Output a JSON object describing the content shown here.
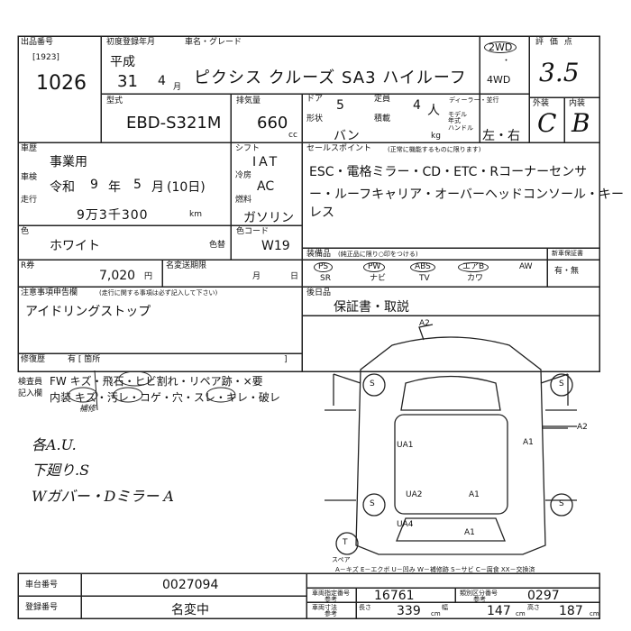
{
  "lot": {
    "label": "出品番号",
    "sub": "[1923]",
    "number": "1026"
  },
  "reg": {
    "label": "初度登録年月",
    "era": "平成",
    "year": "31",
    "month": "4",
    "month_unit": "月"
  },
  "car": {
    "label": "車名・グレード",
    "name": "ピクシス クルーズ SA3 ハイルーフ"
  },
  "drive": {
    "opt1": "2WD",
    "opt2": "4WD",
    "dot": "・"
  },
  "score": {
    "label": "評 価 点",
    "value": "3.5"
  },
  "model": {
    "label": "型式",
    "value": "EBD-S321M"
  },
  "displacement": {
    "label": "排気量",
    "value": "660",
    "unit": "cc"
  },
  "doors": {
    "label": "ドア",
    "value": "5"
  },
  "capacity": {
    "label": "定員",
    "value": "4",
    "unit": "人"
  },
  "dealer": {
    "label": "ディーラー・並行"
  },
  "model_label": {
    "label": "モデル 年式"
  },
  "shape": {
    "label": "形状",
    "value": "バン"
  },
  "load": {
    "label": "積載",
    "unit": "kg"
  },
  "handle": {
    "label": "ハンドル",
    "value": "左・右"
  },
  "exterior": {
    "label": "外装",
    "value": "C"
  },
  "interior": {
    "label": "内装",
    "value": "B"
  },
  "usage": {
    "label": "車歴",
    "value": "事業用"
  },
  "inspection": {
    "label": "車検",
    "era": "令和",
    "year": "9",
    "y_unit": "年",
    "month": "5",
    "m_unit": "月",
    "day": "(10日)"
  },
  "mileage": {
    "label": "走行",
    "value": "9万3千300",
    "unit": "km"
  },
  "shift": {
    "label": "シフト",
    "value": "IAT"
  },
  "ac": {
    "label": "冷房",
    "value": "AC"
  },
  "fuel": {
    "label": "燃料",
    "value": "ガソリン"
  },
  "sales": {
    "label": "セールスポイント",
    "note": "(正常に機能するものに限ります)",
    "line1": "ESC・電格ミラー・CD・ETC・Rコーナーセンサ",
    "line2": "ー・ルーフキャリア・オーバーヘッドコンソール・キーレス"
  },
  "color": {
    "label": "色",
    "value": "ホワイト",
    "no_label": "色替",
    "code_label": "色コード",
    "code": "W19"
  },
  "recycle": {
    "label": "R券",
    "value": "7,020",
    "unit": "円"
  },
  "name_change": {
    "label": "名変送期限",
    "m": "月",
    "d": "日"
  },
  "equipment": {
    "label": "装備品",
    "note": "(純正品に限り○印をつける)",
    "top": [
      "PS",
      "PW",
      "ABS",
      "エアB",
      "AW"
    ],
    "bottom": [
      "SR",
      "ナビ",
      "TV",
      "カワ"
    ]
  },
  "new_warranty": {
    "label": "新車保証書",
    "value": "有・無"
  },
  "notes": {
    "label": "注意事項申告欄",
    "note": "(走行に関する事項は必ず記入して下さい)",
    "value": "アイドリングストップ"
  },
  "attach": {
    "label": "後日品",
    "value": "保証書・取説"
  },
  "repair": {
    "label": "修復歴",
    "value": "有 [ 箇所",
    "close": "]"
  },
  "inspector": {
    "label": "検査員",
    "label2": "記入欄",
    "row1": "FW キズ・飛石・ヒビ割れ・リペア跡・×要",
    "row2": "内装 キズ・汚レ・コゲ・穴・スレ・キレ・破レ",
    "extra": "補修"
  },
  "handnotes": [
    "各A.U.",
    "下廻り.S",
    "Wガバー・Dミラー A"
  ],
  "diagram": {
    "a2_top": "A2",
    "a2_side": "A2",
    "a1_left": "UA1",
    "a1_right": "A1",
    "ua2": "UA2",
    "a1_mid": "A1",
    "ua4": "UA4",
    "a1_bot": "A1",
    "s_fl": "S",
    "s_fr": "S",
    "s_rl": "S",
    "s_rr": "S",
    "t": "T",
    "spare": "スペア"
  },
  "legend": "A－キズ E－エクボ U－凹み W－補修跡 S－サビ C－腐食 XX－交換済",
  "frame": {
    "label": "車台番号",
    "value": "0027094"
  },
  "registration": {
    "label": "登録番号",
    "value": "名変中"
  },
  "weights": {
    "w_label": "車両指定番号",
    "w_sub": "参考",
    "w_value": "16761",
    "c_label": "類別区分番号",
    "c_sub": "参考",
    "c_value": "0297",
    "len_label": "長さ",
    "len": "339",
    "wid_label": "幅",
    "wid": "147",
    "hei_label": "高さ",
    "hei": "187",
    "unit": "cm",
    "size_label": "車両寸法",
    "size_sub": "参考"
  }
}
